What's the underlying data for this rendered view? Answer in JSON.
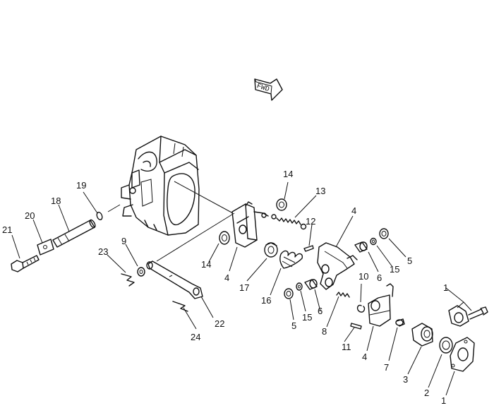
{
  "fwd_label": "FWD",
  "callouts": {
    "c1a": "1",
    "c1b": "1",
    "c2": "2",
    "c3": "3",
    "c4a": "4",
    "c4b": "4",
    "c4c": "4",
    "c5a": "5",
    "c5b": "5",
    "c6a": "6",
    "c6b": "6",
    "c7": "7",
    "c8": "8",
    "c9": "9",
    "c10": "10",
    "c11": "11",
    "c12": "12",
    "c13": "13",
    "c14a": "14",
    "c14b": "14",
    "c15a": "15",
    "c15b": "15",
    "c16": "16",
    "c17": "17",
    "c18": "18",
    "c19": "19",
    "c20": "20",
    "c21": "21",
    "c22": "22",
    "c23": "23",
    "c24": "24"
  }
}
